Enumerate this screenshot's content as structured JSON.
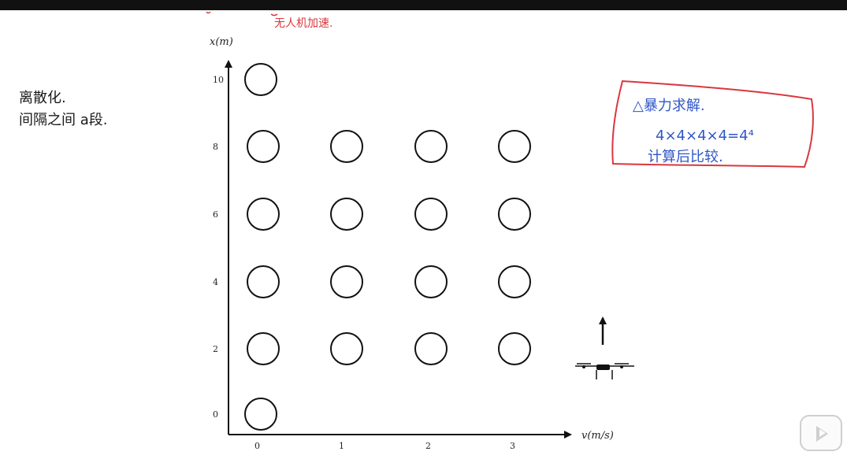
{
  "diagram": {
    "y_axis_label": "x(m)",
    "x_axis_label": "v(m/s)",
    "y_ticks": [
      "0",
      "2",
      "4",
      "6",
      "8",
      "10"
    ],
    "x_ticks": [
      "0",
      "1",
      "2",
      "3"
    ],
    "grid_columns": 4,
    "grid_rows": 4,
    "start_node": {
      "v": 0,
      "x": 0
    },
    "end_node": {
      "v": 0,
      "x": 10
    }
  },
  "notes": {
    "left_line_1": "离散化.",
    "left_line_2": "间隔之间 a段.",
    "top_red": "无人机加速.",
    "box_title": "△暴力求解.",
    "box_formula": "4×4×4×4=4⁴",
    "box_line_3": "计算后比较."
  },
  "colors": {
    "ink": "#1a1a1a",
    "blue_ink": "#2f56c8",
    "red_ink": "#d9383e",
    "button_gray": "#cfcfcf"
  },
  "icons": [
    "drone-icon",
    "up-arrow-icon",
    "play-icon"
  ]
}
